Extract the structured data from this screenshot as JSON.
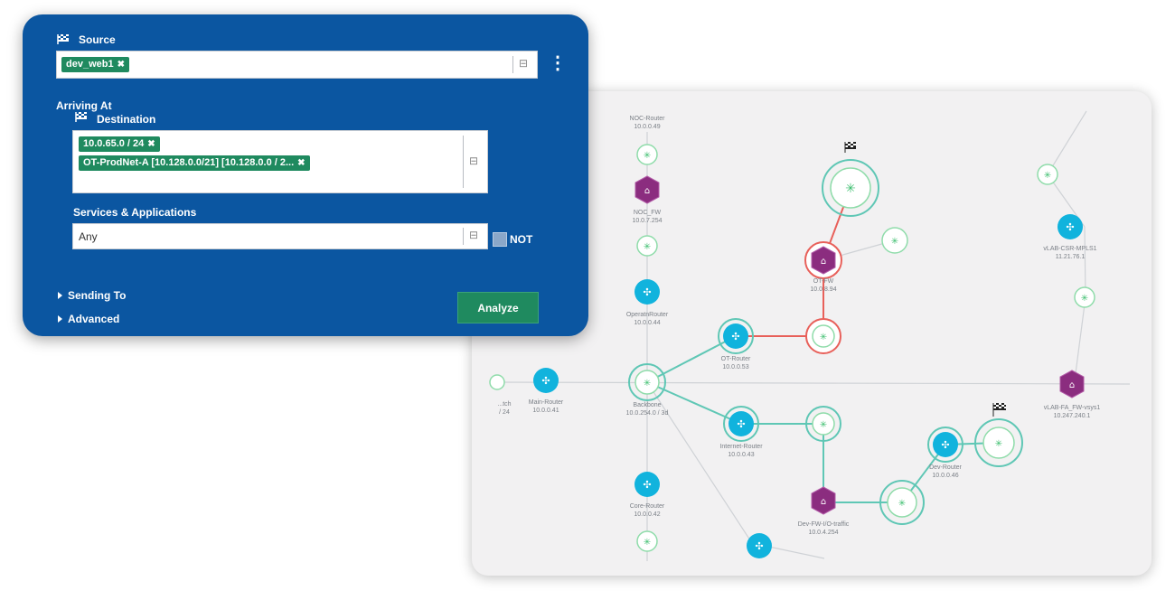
{
  "panel": {
    "source_label": "Source",
    "source_chips": [
      "dev_web1"
    ],
    "arriving_label": "Arriving At",
    "destination_label": "Destination",
    "destination_chips": [
      "10.0.65.0 / 24",
      "OT-ProdNet-A [10.128.0.0/21] [10.128.0.0 / 2..."
    ],
    "services_label": "Services & Applications",
    "services_value": "Any",
    "not_label": "NOT",
    "sending_to_label": "Sending To",
    "advanced_label": "Advanced",
    "analyze_label": "Analyze",
    "chip_remove_glyph": "✖",
    "more_glyph": "⋮"
  },
  "map": {
    "nodes": [
      {
        "id": "noc-router",
        "label": "NOC-Router",
        "ip": "10.0.0.49",
        "kind": "host"
      },
      {
        "id": "noc-fw",
        "label": "NOC_FW",
        "ip": "10.0.7.254",
        "kind": "firewall"
      },
      {
        "id": "operations-router",
        "label": "OperatnRouter",
        "ip": "10.0.0.44",
        "kind": "router"
      },
      {
        "id": "backbone",
        "label": "Backbone",
        "ip": "10.0.254.0 / 3d",
        "kind": "hub"
      },
      {
        "id": "main-router",
        "label": "Main-Router",
        "ip": "10.0.0.41",
        "kind": "router"
      },
      {
        "id": "switch",
        "label": "...tch",
        "ip": "/ 24",
        "kind": "host"
      },
      {
        "id": "core-router",
        "label": "Core-Router",
        "ip": "10.0.0.42",
        "kind": "router"
      },
      {
        "id": "ot-router",
        "label": "OT-Router",
        "ip": "10.0.0.53",
        "kind": "router"
      },
      {
        "id": "ot-fw",
        "label": "OT-FW",
        "ip": "10.0.8.94",
        "kind": "firewall"
      },
      {
        "id": "internet-router",
        "label": "Internet-Router",
        "ip": "10.0.0.43",
        "kind": "router"
      },
      {
        "id": "dev-fw",
        "label": "Dev-FW-I/O-traffic",
        "ip": "10.0.4.254",
        "kind": "firewall"
      },
      {
        "id": "dev-router",
        "label": "Dev-Router",
        "ip": "10.0.0.46",
        "kind": "router"
      },
      {
        "id": "vlab-csr",
        "label": "vLAB-CSR-MPLS1",
        "ip": "11.21.76.1",
        "kind": "router"
      },
      {
        "id": "vlab-fw",
        "label": "vLAB-FA_FW-vsys1",
        "ip": "10.247.240.1",
        "kind": "firewall"
      }
    ]
  },
  "colors": {
    "panel_bg": "#0b56a1",
    "chip_green": "#1f8a5f",
    "path_red": "#e8605a",
    "link_teal": "#5fc7b5",
    "router_cyan": "#11b3dd",
    "firewall_purple": "#8b2d7f",
    "host_green": "#7bd79a"
  },
  "icons": [
    "checkered-flag-icon",
    "address-picker-icon",
    "more-vert-icon",
    "close-icon",
    "caret-right-icon",
    "router-icon",
    "firewall-icon",
    "host-icon"
  ]
}
